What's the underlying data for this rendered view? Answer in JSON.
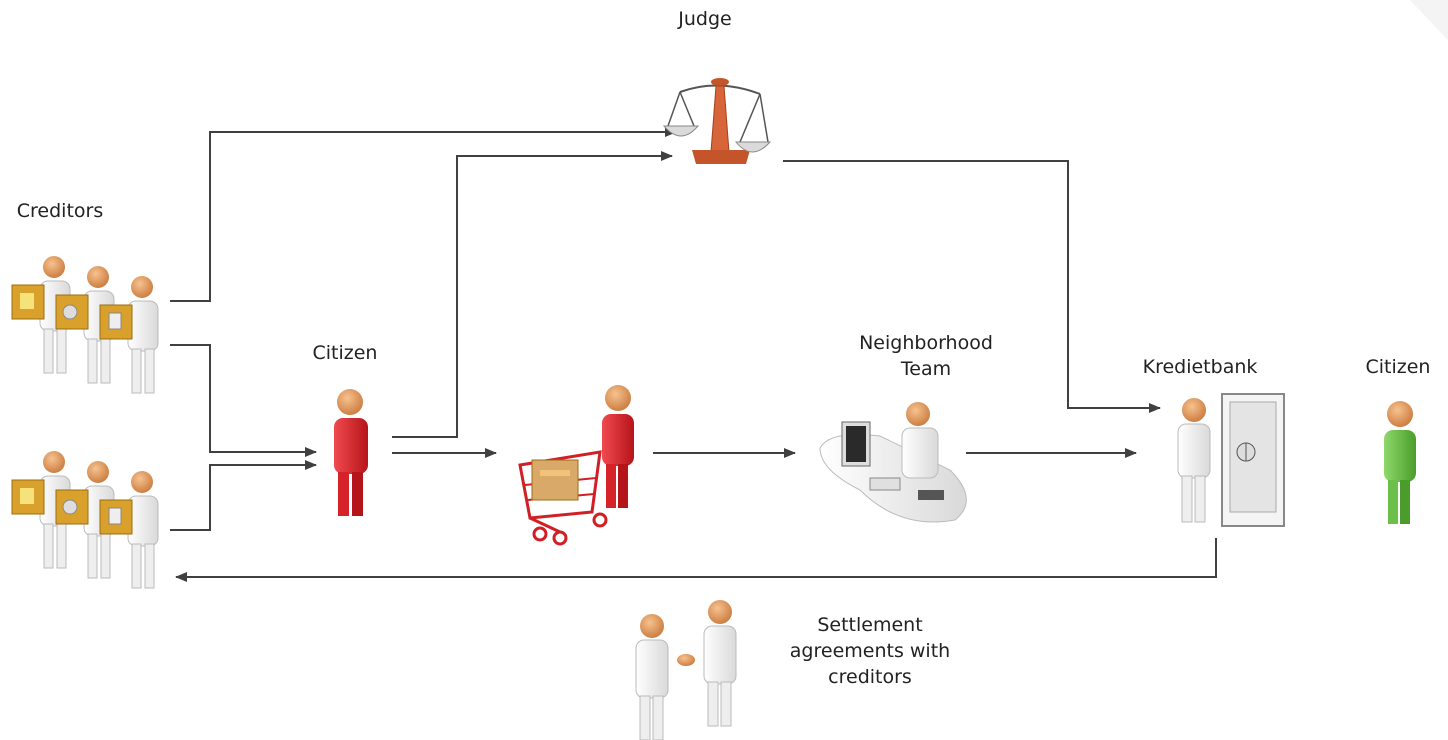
{
  "labels": {
    "judge": "Judge",
    "creditors": "Creditors",
    "citizen_left": "Citizen",
    "neighborhood_team": "Neighborhood\nTeam",
    "kredietbank": "Kredietbank",
    "citizen_right": "Citizen",
    "settlement": "Settlement\nagreements with\ncreditors"
  },
  "colors": {
    "arrow": "#404040",
    "citizen_red": "#e0262b",
    "citizen_green": "#6cc04a",
    "skin": "#e8a36a",
    "box": "#d9a12b",
    "scale_post": "#d8643a"
  }
}
